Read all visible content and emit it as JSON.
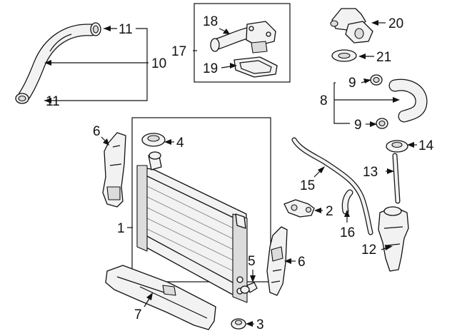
{
  "callouts": {
    "n1": "1",
    "n2": "2",
    "n3": "3",
    "n4": "4",
    "n5": "5",
    "n6a": "6",
    "n6b": "6",
    "n7": "7",
    "n8": "8",
    "n9a": "9",
    "n9b": "9",
    "n10": "10",
    "n11a": "11",
    "n11b": "11",
    "n12": "12",
    "n13": "13",
    "n14": "14",
    "n15": "15",
    "n16": "16",
    "n17": "17",
    "n18": "18",
    "n19": "19",
    "n20": "20",
    "n21": "21"
  }
}
